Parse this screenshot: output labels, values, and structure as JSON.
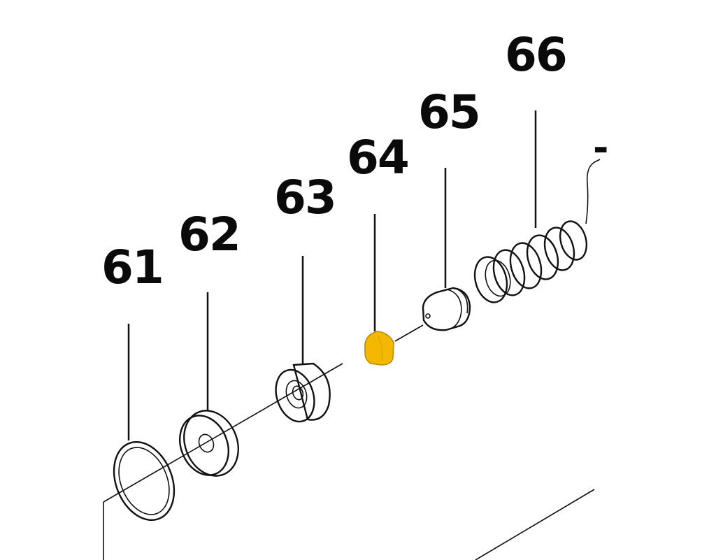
{
  "callouts": [
    {
      "id": "61",
      "label": "61"
    },
    {
      "id": "62",
      "label": "62"
    },
    {
      "id": "63",
      "label": "63"
    },
    {
      "id": "64",
      "label": "64"
    },
    {
      "id": "65",
      "label": "65"
    },
    {
      "id": "66",
      "label": "66"
    }
  ],
  "end_marker": "-",
  "colors": {
    "highlight": "#F5B800",
    "line": "#111111",
    "background": "#FFFFFF"
  }
}
